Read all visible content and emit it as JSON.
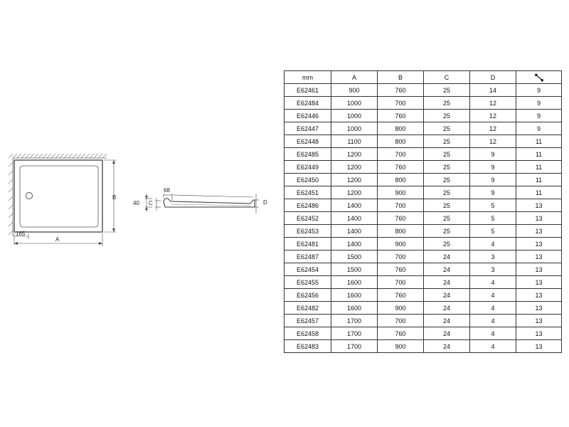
{
  "drawing": {
    "plan": {
      "dim_a": "A",
      "dim_b": "B",
      "dim_offset": "165"
    },
    "profile": {
      "dim_height": "40",
      "dim_c": "C",
      "dim_rim": "68",
      "dim_d": "D"
    }
  },
  "table": {
    "headers": [
      "mm",
      "A",
      "B",
      "C",
      "D"
    ],
    "last_header_icon": "screw-icon",
    "rows": [
      [
        "E62461",
        "900",
        "760",
        "25",
        "14",
        "9"
      ],
      [
        "E62484",
        "1000",
        "700",
        "25",
        "12",
        "9"
      ],
      [
        "E62446",
        "1000",
        "760",
        "25",
        "12",
        "9"
      ],
      [
        "E62447",
        "1000",
        "800",
        "25",
        "12",
        "9"
      ],
      [
        "E62448",
        "1100",
        "800",
        "25",
        "12",
        "11"
      ],
      [
        "E62485",
        "1200",
        "700",
        "25",
        "9",
        "11"
      ],
      [
        "E62449",
        "1200",
        "760",
        "25",
        "9",
        "11"
      ],
      [
        "E62450",
        "1200",
        "800",
        "25",
        "9",
        "11"
      ],
      [
        "E62451",
        "1200",
        "900",
        "25",
        "9",
        "11"
      ],
      [
        "E62486",
        "1400",
        "700",
        "25",
        "5",
        "13"
      ],
      [
        "E62452",
        "1400",
        "760",
        "25",
        "5",
        "13"
      ],
      [
        "E62453",
        "1400",
        "800",
        "25",
        "5",
        "13"
      ],
      [
        "E62481",
        "1400",
        "900",
        "25",
        "4",
        "13"
      ],
      [
        "E62487",
        "1500",
        "700",
        "24",
        "3",
        "13"
      ],
      [
        "E62454",
        "1500",
        "760",
        "24",
        "3",
        "13"
      ],
      [
        "E62455",
        "1600",
        "700",
        "24",
        "4",
        "13"
      ],
      [
        "E62456",
        "1600",
        "760",
        "24",
        "4",
        "13"
      ],
      [
        "E62482",
        "1600",
        "900",
        "24",
        "4",
        "13"
      ],
      [
        "E62457",
        "1700",
        "700",
        "24",
        "4",
        "13"
      ],
      [
        "E62458",
        "1700",
        "760",
        "24",
        "4",
        "13"
      ],
      [
        "E62483",
        "1700",
        "900",
        "24",
        "4",
        "13"
      ]
    ]
  }
}
